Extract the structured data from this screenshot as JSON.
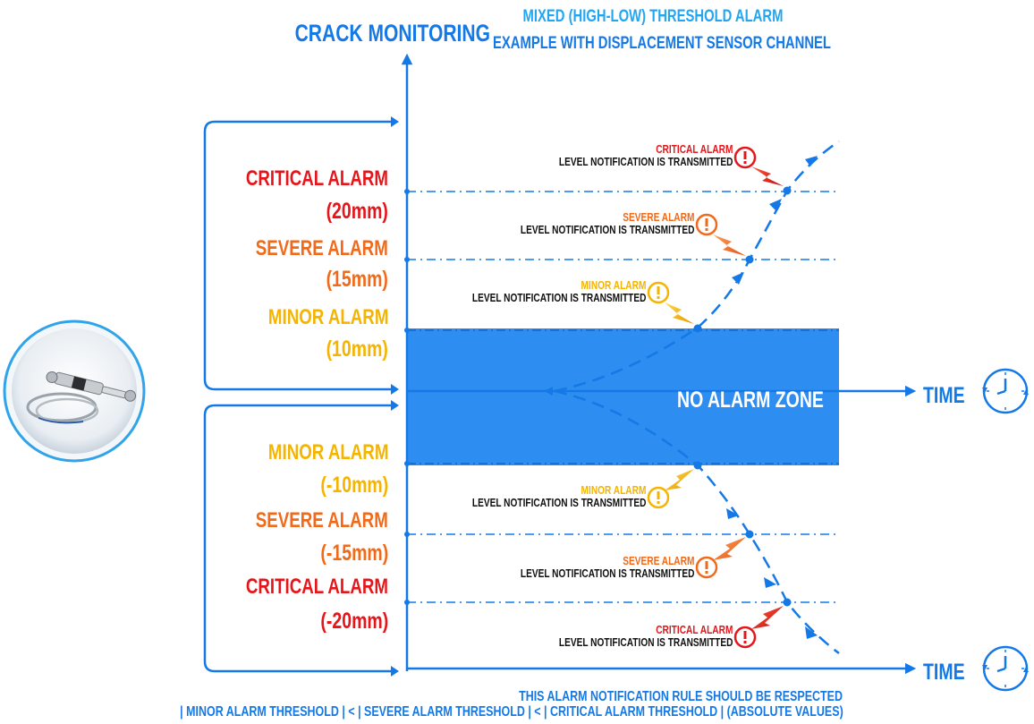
{
  "title": "Crack Monitoring",
  "header": {
    "line1": "Mixed (High-Low) Threshold alarm",
    "line2": "example with displacement sensor channel"
  },
  "zone_label": "No Alarm Zone",
  "time_label": "Time",
  "colors": {
    "blue": "#1479e6",
    "light_blue": "#22a6f2",
    "critical": "#e4161b",
    "severe": "#f06a1a",
    "minor": "#f4b400",
    "zone": "#2e8df0"
  },
  "thresholds": {
    "critical_pos": {
      "name": "Critical Alarm",
      "value": "(20mm)"
    },
    "severe_pos": {
      "name": "Severe Alarm",
      "value": "(15mm)"
    },
    "minor_pos": {
      "name": "Minor Alarm",
      "value": "(10mm)"
    },
    "minor_neg": {
      "name": "Minor Alarm",
      "value": "(-10mm)"
    },
    "severe_neg": {
      "name": "Severe Alarm",
      "value": "(-15mm)"
    },
    "critical_neg": {
      "name": "Critical Alarm",
      "value": "(-20mm)"
    }
  },
  "notifications": {
    "critical_top": {
      "title": "Critical Alarm",
      "sub": "level notification is transmitted"
    },
    "severe_top": {
      "title": "Severe Alarm",
      "sub": "level notification is transmitted"
    },
    "minor_top": {
      "title": "Minor Alarm",
      "sub": "level notification is transmitted"
    },
    "minor_bottom": {
      "title": "Minor Alarm",
      "sub": "level notification is transmitted"
    },
    "severe_bottom": {
      "title": "Severe Alarm",
      "sub": "level notification is transmitted"
    },
    "critical_bottom": {
      "title": "Critical Alarm",
      "sub": "level notification is transmitted"
    }
  },
  "footer": {
    "line1": "This alarm notification Rule should be respected",
    "line2": "| Minor Alarm Threshold | < | Severe Alarm Threshold | < | Critical Alarm Threshold | (absolute values)"
  },
  "icons": [
    "displacement-sensor-image",
    "clock-icon",
    "warning-icon",
    "lightning-icon"
  ]
}
